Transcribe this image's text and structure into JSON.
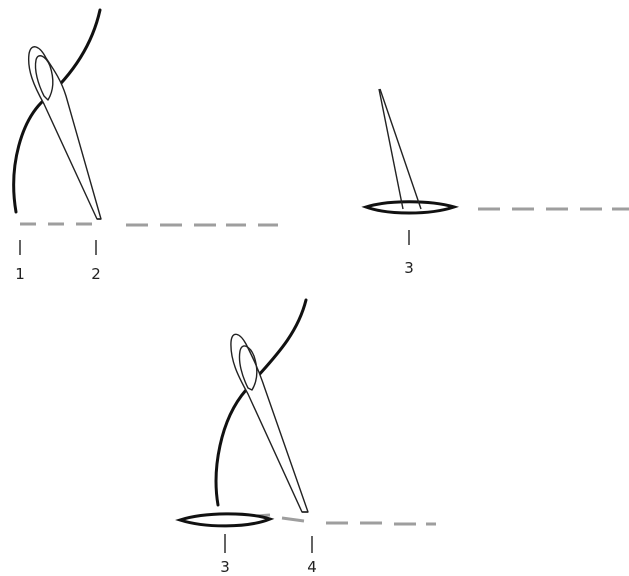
{
  "colors": {
    "thread": "#111111",
    "needle_outline": "#222222",
    "stitch_line": "#9e9e9e",
    "label": "#222222"
  },
  "panels": [
    {
      "id": "panel-1",
      "labels": [
        "1",
        "2"
      ]
    },
    {
      "id": "panel-2",
      "labels": [
        "3"
      ]
    },
    {
      "id": "panel-3",
      "labels": [
        "3",
        "4"
      ]
    }
  ]
}
